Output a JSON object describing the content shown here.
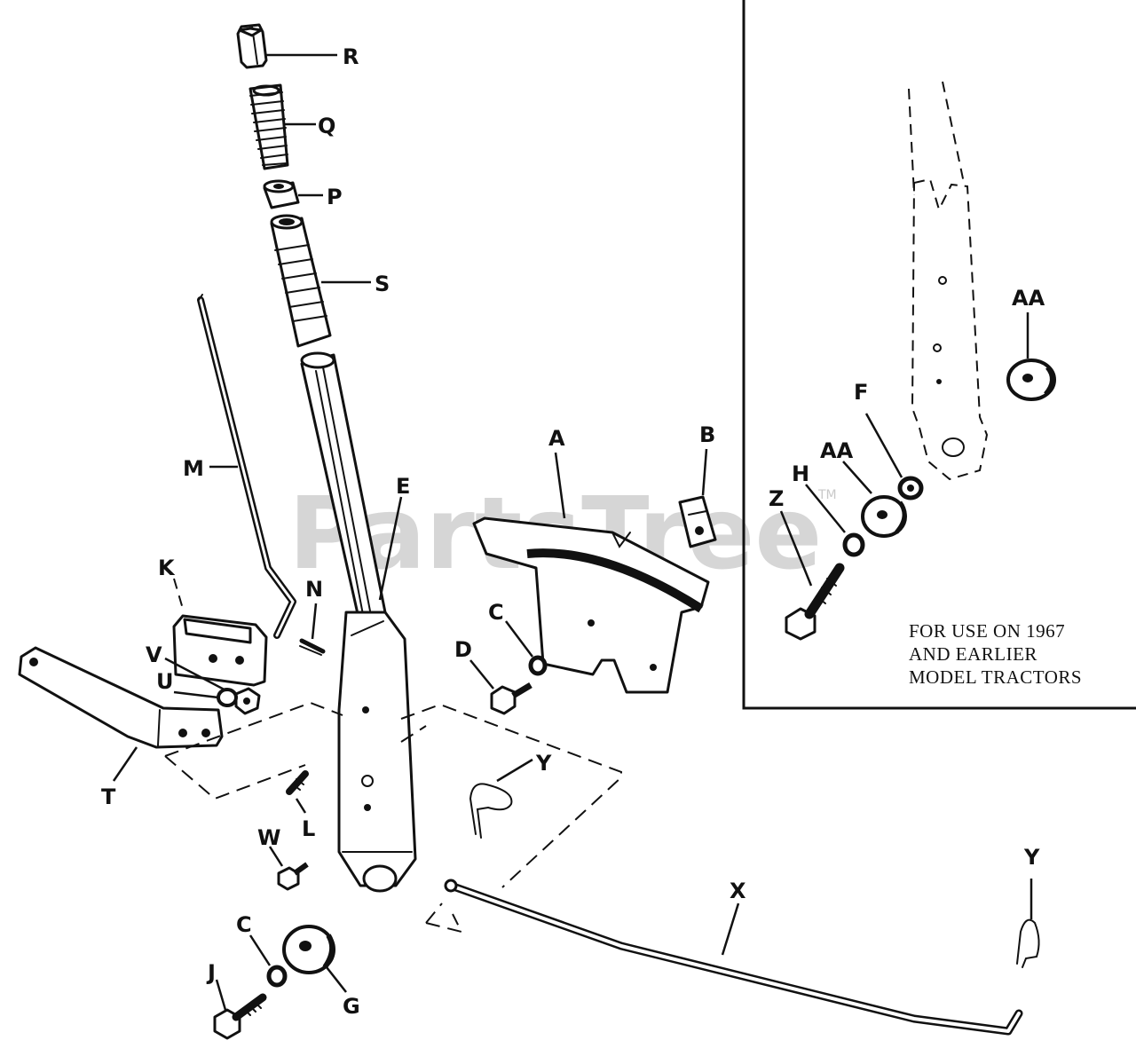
{
  "watermark": {
    "text": "PartsTree",
    "tm": "TM"
  },
  "inset_note": {
    "lines": [
      "FOR USE ON 1967",
      "AND EARLIER",
      "MODEL TRACTORS"
    ]
  },
  "parts": {
    "R": "R",
    "Q": "Q",
    "P": "P",
    "S": "S",
    "M": "M",
    "E": "E",
    "A": "A",
    "B": "B",
    "K": "K",
    "N": "N",
    "C": "C",
    "D": "D",
    "V": "V",
    "U": "U",
    "T": "T",
    "Y": "Y",
    "L": "L",
    "W": "W",
    "X": "X",
    "J": "J",
    "G": "G",
    "Z": "Z",
    "H": "H",
    "AA": "AA",
    "F": "F"
  }
}
